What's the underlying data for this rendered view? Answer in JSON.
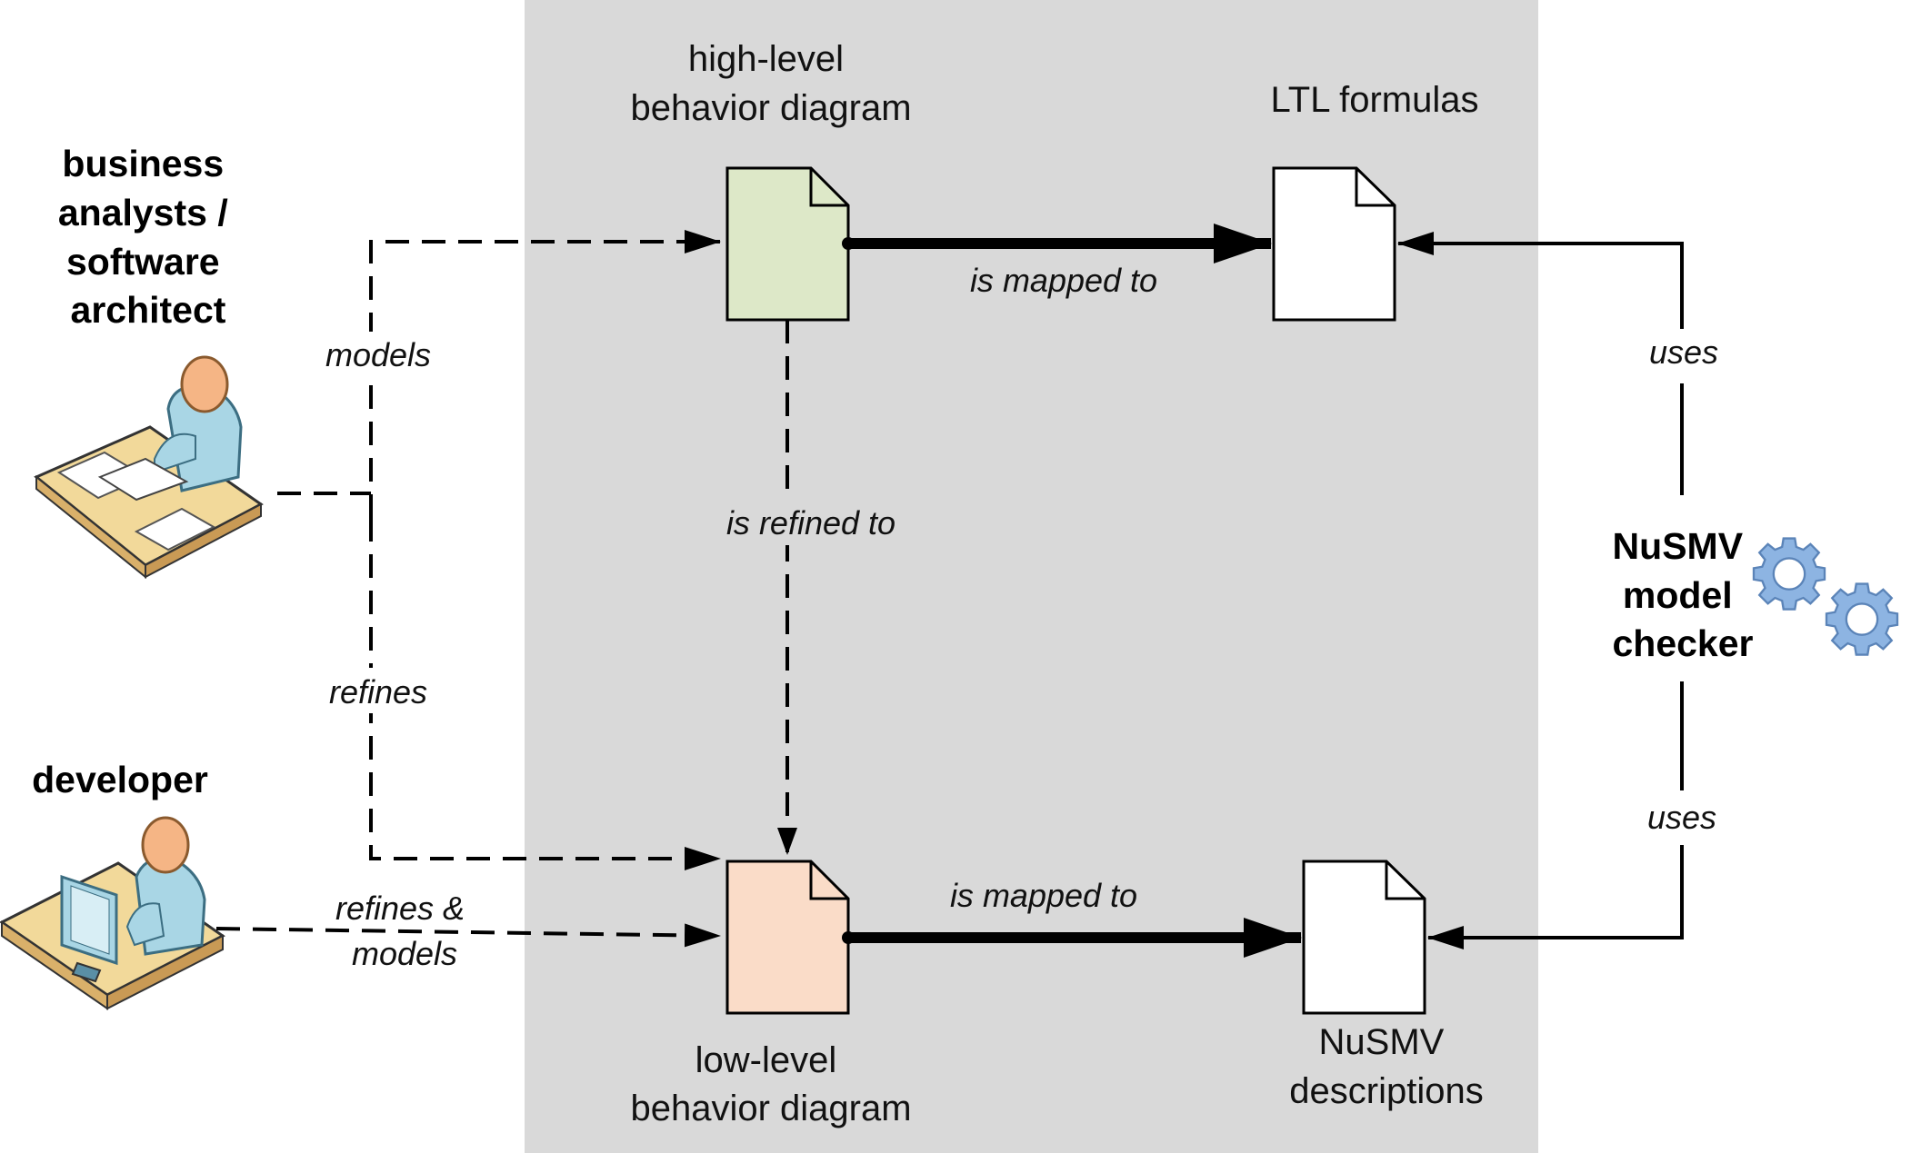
{
  "actors": {
    "analyst": [
      "business",
      "analysts /",
      "software",
      "architect"
    ],
    "developer": "developer"
  },
  "documents": {
    "high_level": [
      "high-level",
      "behavior diagram"
    ],
    "ltl": "LTL formulas",
    "low_level": [
      "low-level",
      "behavior diagram"
    ],
    "nusmv_desc": [
      "NuSMV",
      "descriptions"
    ]
  },
  "relations": {
    "models": "models",
    "refines": "refines",
    "refines_models": [
      "refines &",
      "models"
    ],
    "is_refined_to": "is refined to",
    "is_mapped_to_top": "is mapped to",
    "is_mapped_to_bottom": "is mapped to",
    "uses_top": "uses",
    "uses_bottom": "uses"
  },
  "tool": [
    "NuSMV",
    "model",
    "checker"
  ],
  "colors": {
    "panel": "#d9d9d9",
    "high_level_doc": "#dde8c8",
    "low_level_doc": "#fadcc8",
    "doc_white": "#ffffff",
    "gear": "#8db4e2",
    "skin": "#f5b585",
    "shirt": "#a9d6e5",
    "desk": "#f2d99a"
  },
  "icons": {
    "analyst": "analyst-at-desk-icon",
    "developer": "developer-at-computer-icon",
    "tool": "gears-icon",
    "document": "document-icon"
  }
}
